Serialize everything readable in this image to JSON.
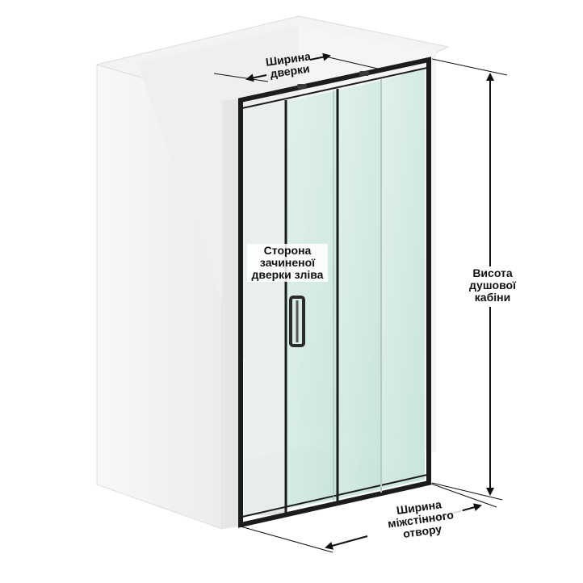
{
  "labels": {
    "door_width": [
      "Ширина",
      "дверки"
    ],
    "closed_door_side": [
      "Сторона",
      "зачиненої",
      "дверки зліва"
    ],
    "cabin_height": [
      "Висота",
      "душової",
      "кабіни"
    ],
    "opening_width": [
      "Ширина",
      "міжстінного",
      "отвору"
    ]
  },
  "colors": {
    "frame": "#1b1d1c",
    "glass": "#d4ebe3",
    "wall": "#f4f4f4",
    "arrow": "#111111"
  }
}
